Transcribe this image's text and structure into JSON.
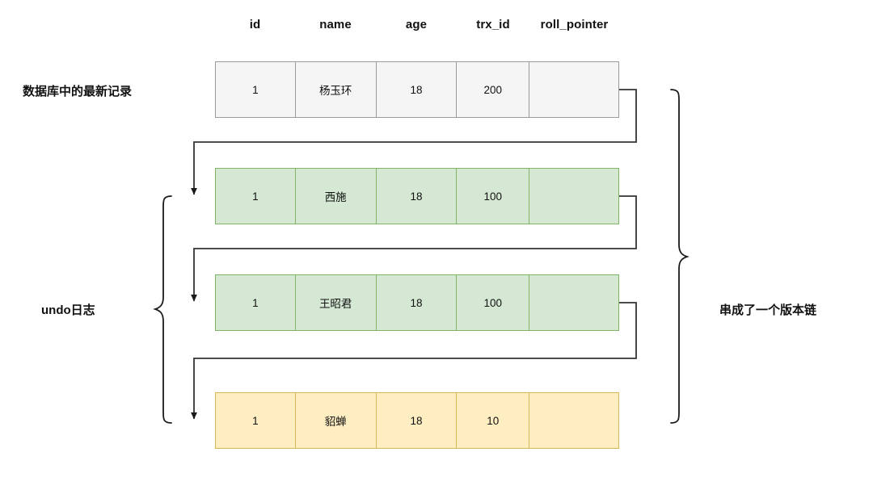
{
  "diagram": {
    "title_text_not_shown": "",
    "columns": [
      {
        "key": "id",
        "label": "id"
      },
      {
        "key": "name",
        "label": "name"
      },
      {
        "key": "age",
        "label": "age"
      },
      {
        "key": "trx_id",
        "label": "trx_id"
      },
      {
        "key": "roll_pointer",
        "label": "roll_pointer"
      }
    ],
    "rows": [
      {
        "kind": "current-record",
        "cells": {
          "id": "1",
          "name": "杨玉环",
          "age": "18",
          "trx_id": "200",
          "roll_pointer": ""
        }
      },
      {
        "kind": "undo-log-green",
        "cells": {
          "id": "1",
          "name": "西施",
          "age": "18",
          "trx_id": "100",
          "roll_pointer": ""
        }
      },
      {
        "kind": "undo-log-green",
        "cells": {
          "id": "1",
          "name": "王昭君",
          "age": "18",
          "trx_id": "100",
          "roll_pointer": ""
        }
      },
      {
        "kind": "undo-log-yellow",
        "cells": {
          "id": "1",
          "name": "貂蝉",
          "age": "18",
          "trx_id": "10",
          "roll_pointer": ""
        }
      }
    ],
    "annotations": {
      "left_top_label": "数据库中的最新记录",
      "left_brace_label": "undo日志",
      "right_brace_label": "串成了一个版本链"
    },
    "colors": {
      "current_fill": "#f5f5f5",
      "current_stroke": "#9a9a9a",
      "undo_green_fill": "#d5e8d4",
      "undo_green_stroke": "#82b366",
      "undo_yellow_fill": "#ffeec2",
      "undo_yellow_stroke": "#d6b656",
      "connector_stroke": "#333333",
      "text": "#111111"
    }
  }
}
